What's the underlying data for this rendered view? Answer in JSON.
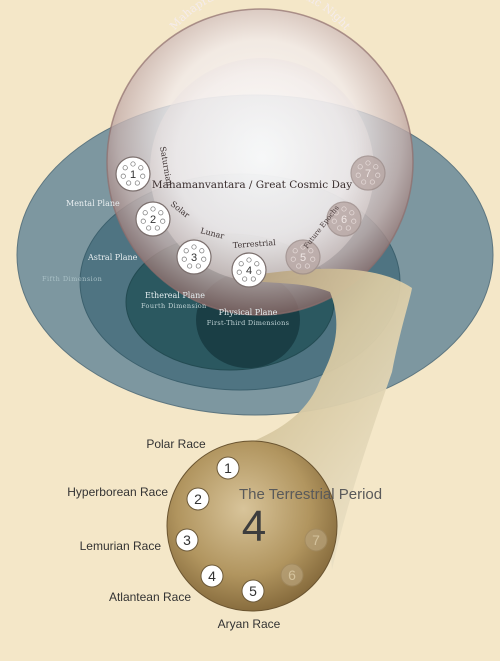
{
  "cosmos": {
    "night_title": "Mahapralaya / Great Cosmic Night",
    "day_title": "Mahamanvantara / Great Cosmic Day",
    "periods": [
      {
        "number": "1",
        "label": "Saturnian"
      },
      {
        "number": "2",
        "label": "Solar"
      },
      {
        "number": "3",
        "label": "Lunar"
      },
      {
        "number": "4",
        "label": "Terrestrial"
      },
      {
        "number": "5",
        "label": ""
      },
      {
        "number": "6",
        "label": "Future Epochs"
      },
      {
        "number": "7",
        "label": ""
      }
    ]
  },
  "planes": {
    "mental": "Mental Plane",
    "astral": "Astral Plane",
    "fifth_dimension": "Fifth Dimension",
    "ethereal": "Ethereal Plane",
    "fourth_dimension": "Fourth Dimension",
    "physical": "Physical Plane",
    "first_third_dimensions": "First-Third Dimensions"
  },
  "terrestrial": {
    "title": "The Terrestrial Period",
    "big_number": "4",
    "races": [
      {
        "number": "1",
        "label": "Polar Race"
      },
      {
        "number": "2",
        "label": "Hyperborean Race"
      },
      {
        "number": "3",
        "label": "Lemurian Race"
      },
      {
        "number": "4",
        "label": "Atlantean Race"
      },
      {
        "number": "5",
        "label": "Aryan Race"
      },
      {
        "number": "6",
        "label": ""
      },
      {
        "number": "7",
        "label": ""
      }
    ]
  },
  "colors": {
    "background": "#f4e7c8",
    "mental_plane": "#7d97a0",
    "astral_plane": "#4f7482",
    "ethereal_plane": "#2b5860",
    "physical_plane": "#1a3e45",
    "sphere_rim": "#8f6e6c",
    "terrestrial_disc": "#a98a5a"
  }
}
